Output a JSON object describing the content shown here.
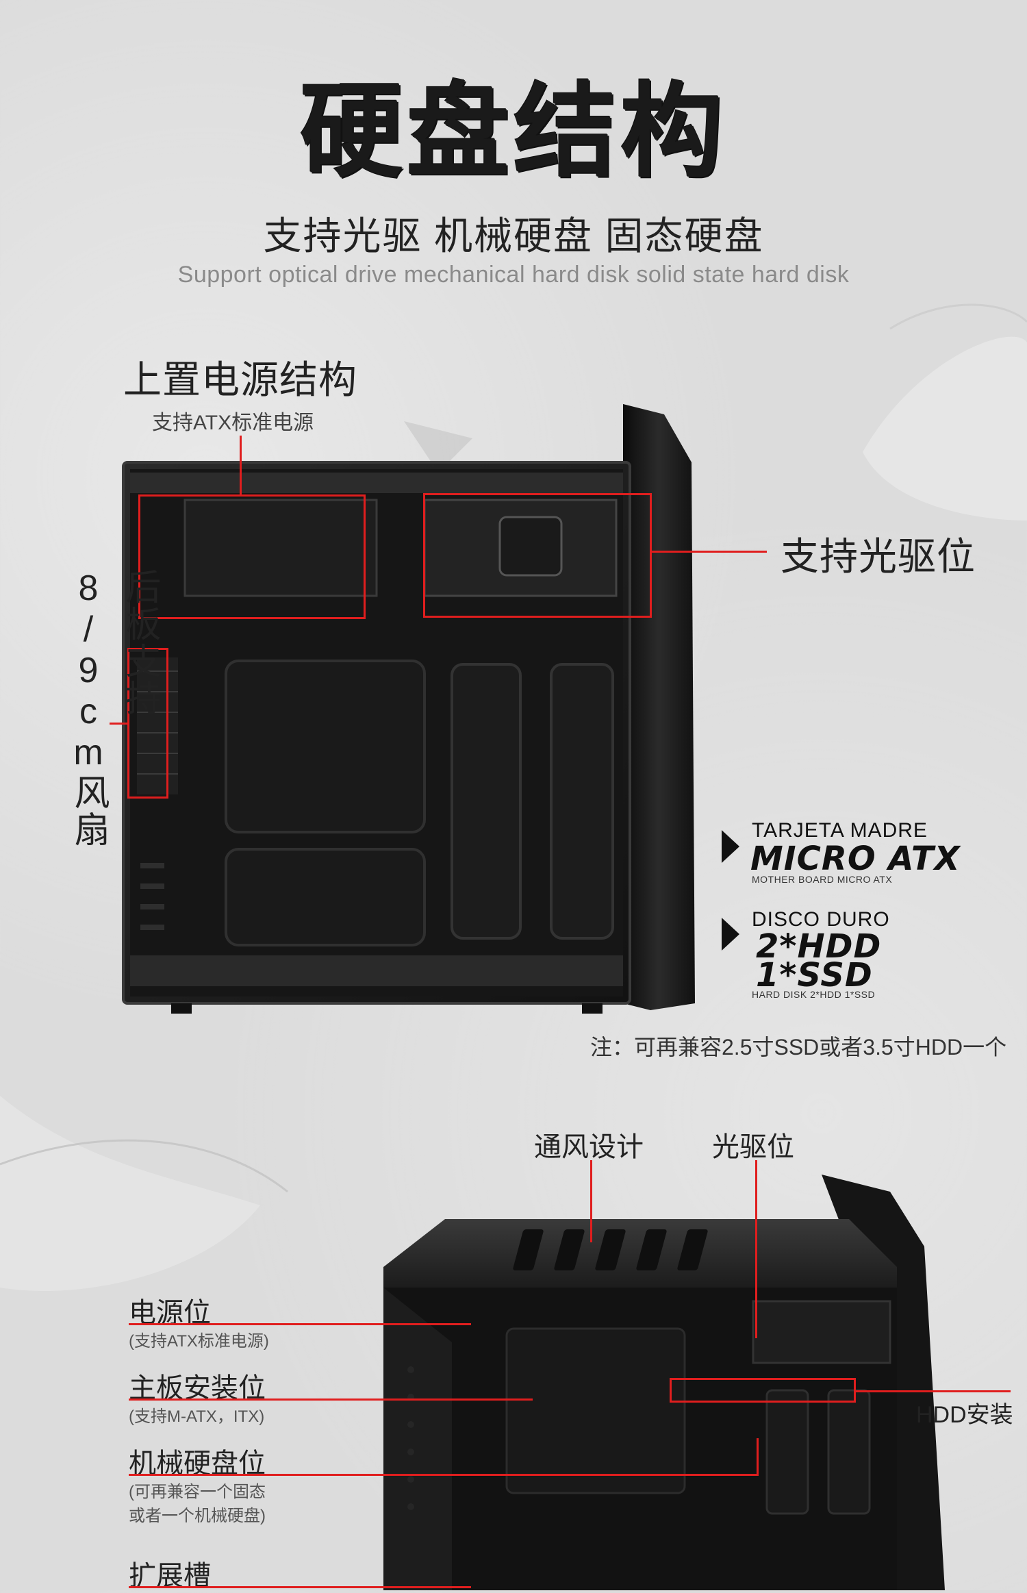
{
  "header": {
    "title": "硬盘结构",
    "subtitle": "支持光驱 机械硬盘 固态硬盘",
    "subtitle_en": "Support optical drive mechanical hard disk solid state hard disk"
  },
  "section1": {
    "psu_label": "上置电源结构",
    "psu_sub": "支持ATX标准电源",
    "odd_label": "支持光驱位",
    "fan_label": "后板支持8/9cm风扇",
    "spec1": {
      "top": "TARJETA MADRE",
      "main": "MICRO ATX",
      "tiny": "MOTHER BOARD MICRO ATX"
    },
    "spec2": {
      "top": "DISCO DURO",
      "line1": "2*HDD",
      "line2": "1*SSD",
      "tiny": "HARD DISK 2*HDD 1*SSD"
    },
    "note": "注：可再兼容2.5寸SSD或者3.5寸HDD一个"
  },
  "section2": {
    "vent_label": "通风设计",
    "odd_label": "光驱位",
    "hdd_install": "HDD安装",
    "items": [
      {
        "title": "电源位",
        "sub": "(支持ATX标准电源)"
      },
      {
        "title": "主板安装位",
        "sub": "(支持M-ATX，ITX)"
      },
      {
        "title": "机械硬盘位",
        "sub": "(可再兼容一个固态\n或者一个机械硬盘)"
      },
      {
        "title": "扩展槽",
        "sub": ""
      }
    ]
  },
  "colors": {
    "accent": "#e01e1e",
    "case": "#1c1c1c",
    "background": "#dcdcdc"
  }
}
